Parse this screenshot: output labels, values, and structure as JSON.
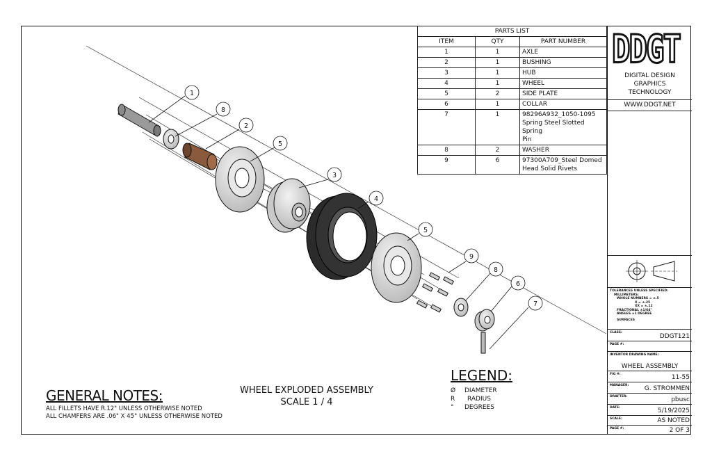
{
  "parts_list": {
    "title": "PARTS LIST",
    "headers": [
      "ITEM",
      "QTY",
      "PART NUMBER"
    ],
    "rows": [
      {
        "item": "1",
        "qty": "1",
        "part": "AXLE"
      },
      {
        "item": "2",
        "qty": "1",
        "part": "BUSHING"
      },
      {
        "item": "3",
        "qty": "1",
        "part": "HUB"
      },
      {
        "item": "4",
        "qty": "1",
        "part": "WHEEL"
      },
      {
        "item": "5",
        "qty": "2",
        "part": "SIDE PLATE"
      },
      {
        "item": "6",
        "qty": "1",
        "part": "COLLAR"
      },
      {
        "item": "7",
        "qty": "1",
        "part_lines": [
          "98296A932_1050-1095",
          "Spring Steel Slotted Spring",
          "Pin"
        ]
      },
      {
        "item": "8",
        "qty": "2",
        "part": "WASHER"
      },
      {
        "item": "9",
        "qty": "6",
        "part_lines": [
          "97300A709_Steel Domed",
          "Head Solid Rivets"
        ]
      }
    ]
  },
  "title_block": {
    "logo": "DDGT",
    "company_lines": [
      "DIGITAL DESIGN",
      "GRAPHICS",
      "TECHNOLOGY"
    ],
    "website": "WWW.DDGT.NET",
    "tolerances": [
      "TOLERANCES UNLESS SPECIFIED:",
      "MILLIMETERS:",
      "WHOLE NUMBERS = ±.5",
      "X = ±.25",
      "XX = ±.12",
      "FRACTIONAL ±1/64\"",
      "ANGLES ±1 DEGREE",
      "SURFACES"
    ],
    "class_label": "CLASS:",
    "class_value": "DDGT121",
    "page_label": "PAGE #:",
    "drawing_name_label": "INVENTOR DRAWING NAME:",
    "drawing_name": "WHEEL ASSEMBLY",
    "fig_label": "FIG #:",
    "fig_value": "11-55",
    "manager_label": "MANAGER:",
    "manager_value": "G. STROMMEN",
    "drafter_label": "DRAFTER:",
    "drafter_value": "pbusc",
    "date_label": "DATE:",
    "date_value": "5/19/2025",
    "scale_label": "SCALE:",
    "scale_value": "AS NOTED",
    "page2_label": "PAGE #:",
    "page2_value": "2 OF 3"
  },
  "general_notes": {
    "heading": "GENERAL NOTES:",
    "lines": [
      "ALL FILLETS HAVE R.12\" UNLESS OTHERWISE NOTED",
      "ALL CHAMFERS ARE .06\" X 45°  UNLESS OTHERWISE NOTED"
    ]
  },
  "drawing_title": {
    "line1": "WHEEL EXPLODED ASSEMBLY",
    "line2": "SCALE 1 / 4"
  },
  "legend": {
    "heading": "LEGEND:",
    "items": [
      {
        "symbol": "Ø",
        "text": "DIAMETER"
      },
      {
        "symbol": "R",
        "text": "RADIUS"
      },
      {
        "symbol": "°",
        "text": "DEGREES"
      }
    ]
  },
  "balloons": [
    "1",
    "8",
    "2",
    "5",
    "3",
    "4",
    "5",
    "9",
    "8",
    "6",
    "7"
  ],
  "colors": {
    "bushing": "#8a5a3c",
    "wheel": "#2b2b2b",
    "part_fill": "#d8d8d8",
    "line": "#111111"
  }
}
